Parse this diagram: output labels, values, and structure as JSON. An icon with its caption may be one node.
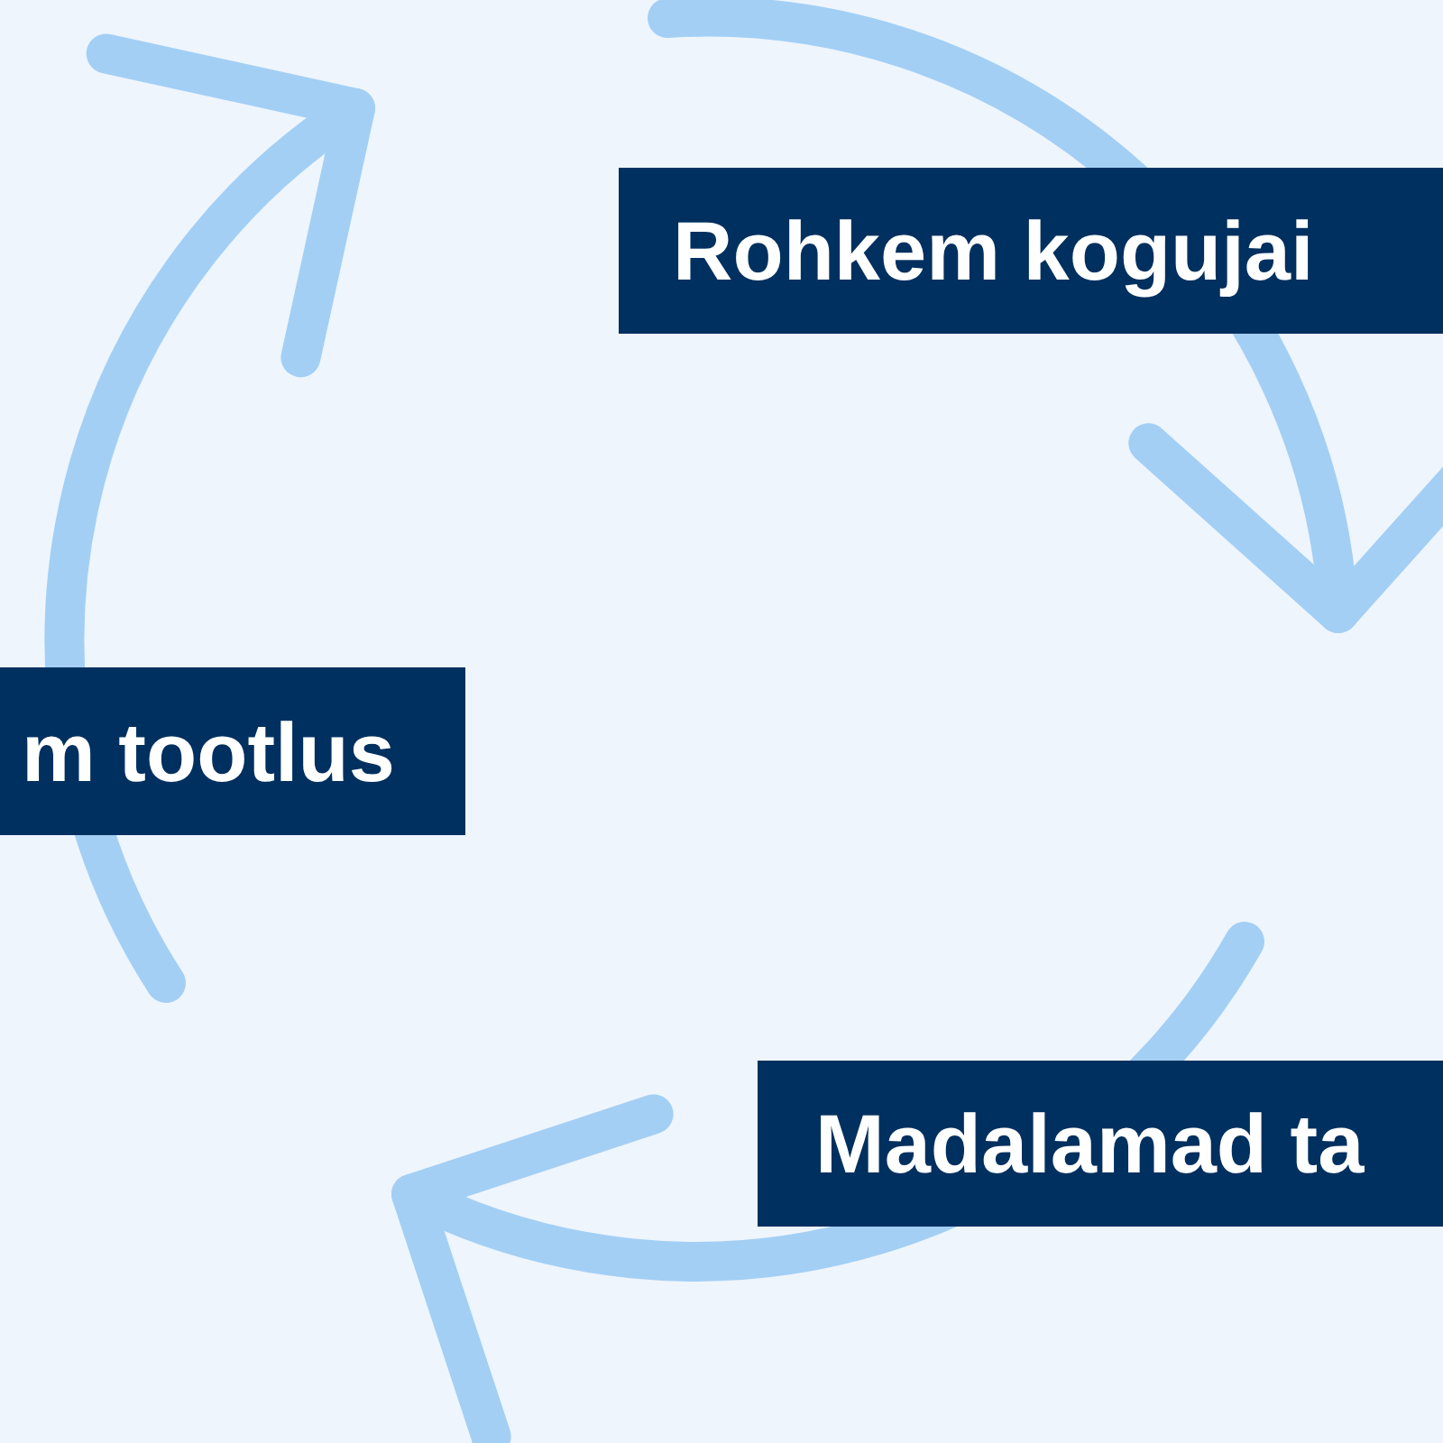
{
  "diagram": {
    "nodes": [
      {
        "text": [
          "Rohkem kogujai"
        ]
      },
      {
        "text": [
          "m tootlus"
        ]
      },
      {
        "text": [
          "Madalamad ta"
        ]
      }
    ]
  }
}
